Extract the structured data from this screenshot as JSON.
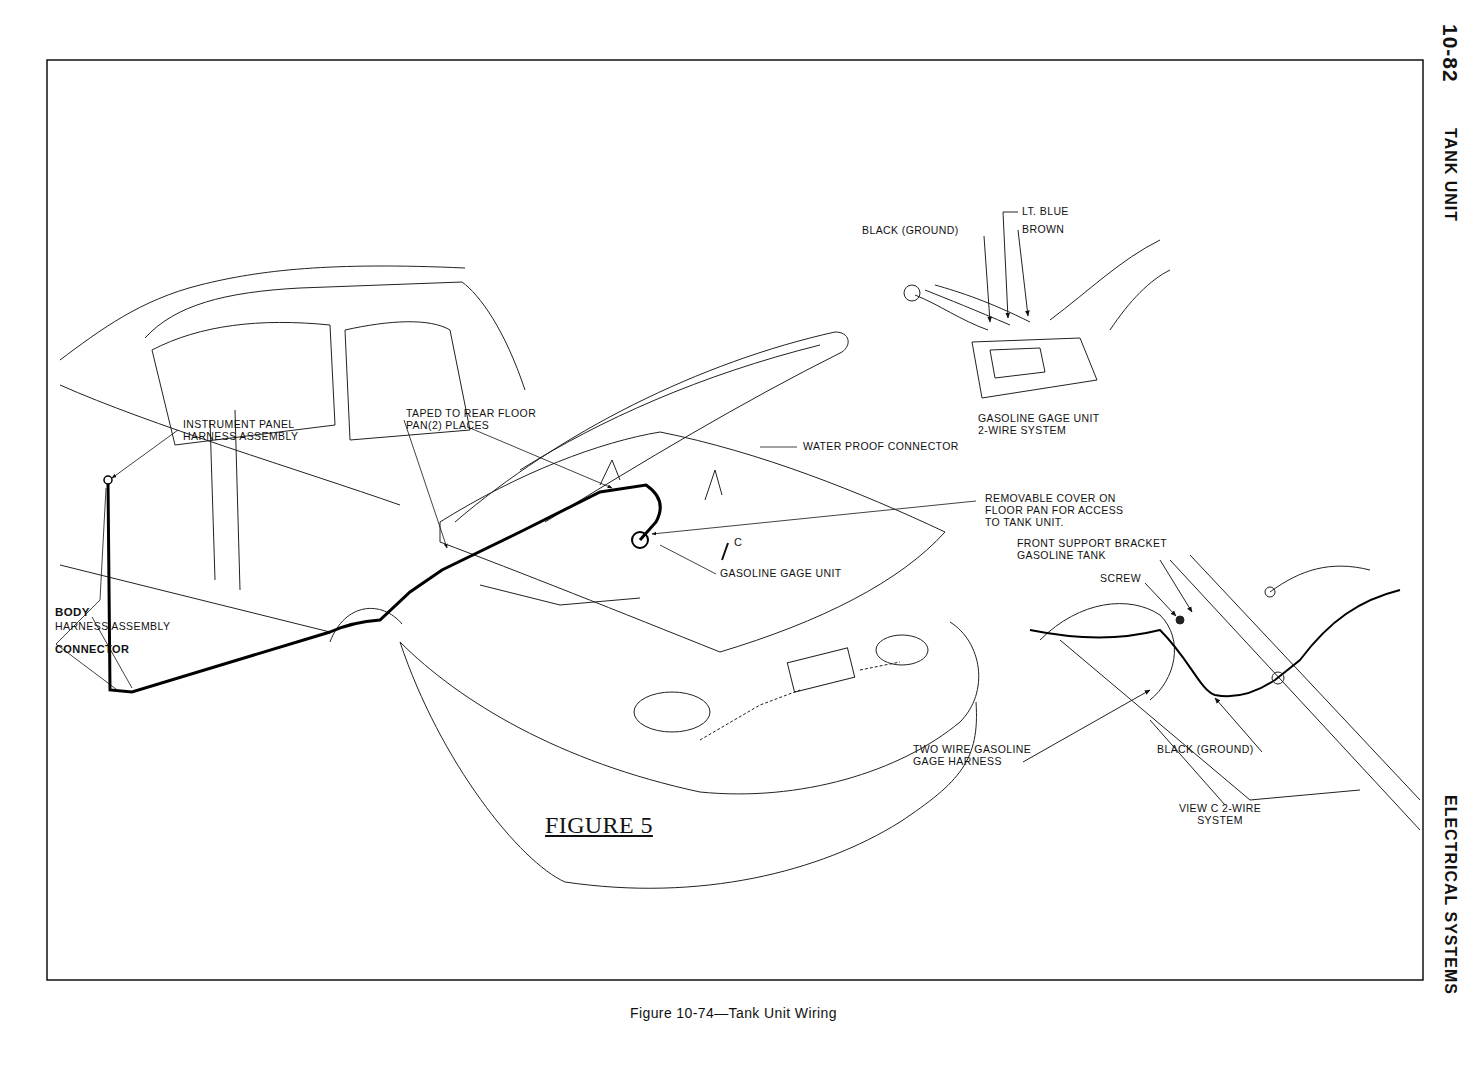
{
  "diagram": {
    "caption": "Figure 10-74—Tank Unit Wiring",
    "labels": [
      "10-82",
      "TANK UNIT",
      "ELECTRICAL SYSTEMS",
      "BLACK (GROUND)",
      "LT. BLUE",
      "BROWN",
      "GASOLINE GAGE UNIT 2-WIRE SYSTEM",
      "INSTRUMENT PANEL HARNESS ASSEMBLY",
      "TAPED TO REAR FLOOR PAN(2) PLACES",
      "WATER PROOF CONNECTOR",
      "REMOVABLE COVER ON FLOOR PAN FOR ACCESS TO TANK UNIT.",
      "C",
      "GASOLINE GAGE UNIT",
      "FRONT SUPPORT BRACKET GASOLINE TANK",
      "SCREW",
      "BODY",
      "HARNESS ASSEMBLY",
      "CONNECTOR",
      "FIGURE 5",
      "TWO WIRE GASOLINE GAGE HARNESS",
      "BLACK (GROUND)",
      "VIEW C 2-WIRE SYSTEM"
    ]
  }
}
